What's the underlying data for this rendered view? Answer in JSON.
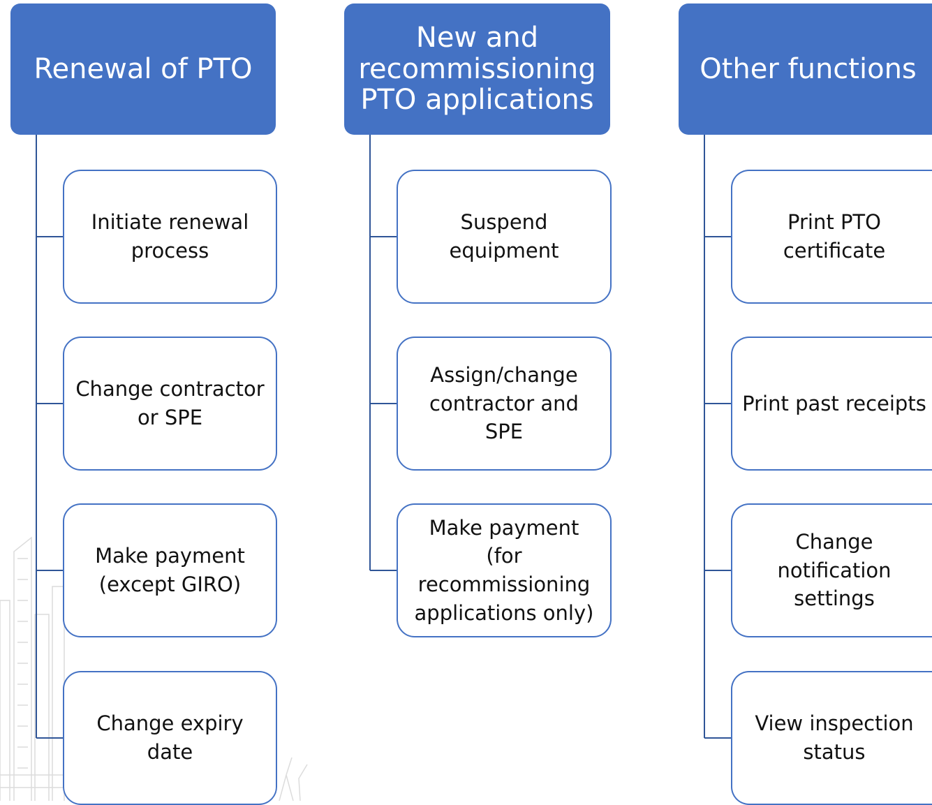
{
  "columns": [
    {
      "header": "Renewal of PTO",
      "items": [
        "Initiate renewal\nprocess",
        "Change contractor\nor SPE",
        "Make payment\n(except GIRO)",
        "Change expiry\ndate"
      ]
    },
    {
      "header": "New and\nrecommissioning\nPTO applications",
      "items": [
        "Suspend\nequipment",
        "Assign/change\ncontractor and\nSPE",
        "Make payment\n(for\nrecommissioning\napplications only)"
      ]
    },
    {
      "header": "Other functions",
      "items": [
        "Print PTO\ncertificate",
        "Print past receipts",
        "Change\nnotification\nsettings",
        "View inspection\nstatus"
      ]
    }
  ],
  "colors": {
    "header_fill": "#4472c4",
    "card_border": "#4472c4",
    "connector": "#2f5597"
  }
}
